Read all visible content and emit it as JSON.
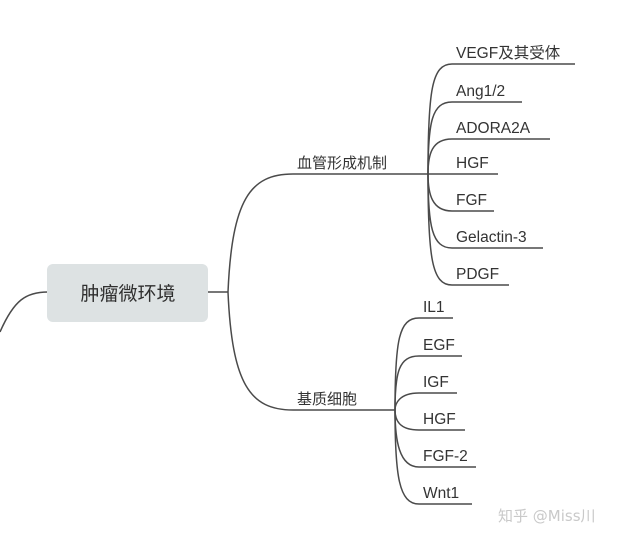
{
  "root": {
    "label": "肿瘤微环境"
  },
  "branches": [
    {
      "label": "血管形成机制",
      "children": [
        "VEGF及其受体",
        "Ang1/2",
        "ADORA2A",
        "HGF",
        "FGF",
        "Gelactin-3",
        "PDGF"
      ]
    },
    {
      "label": "基质细胞",
      "children": [
        "IL1",
        "EGF",
        "IGF",
        "HGF",
        "FGF-2",
        "Wnt1"
      ]
    }
  ],
  "watermark": "知乎 @Miss川",
  "colors": {
    "line": "#4a4a4a",
    "root_fill": "#dde2e3",
    "text": "#333333",
    "watermark": "#c9c9c9"
  }
}
